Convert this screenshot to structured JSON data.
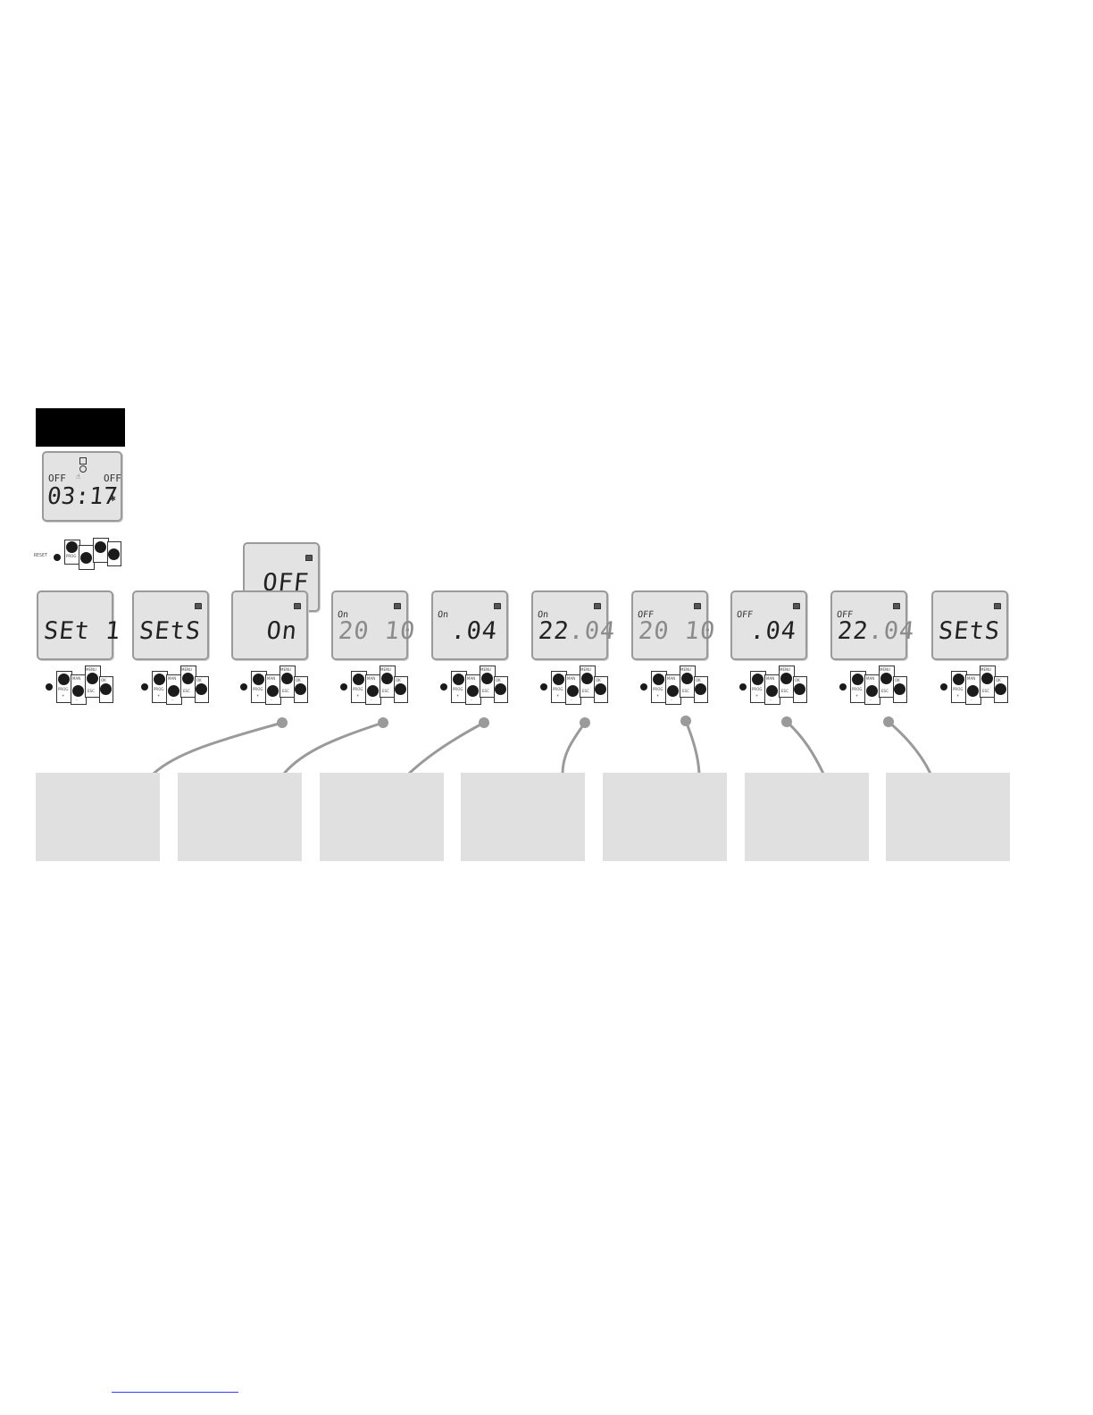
{
  "clock_display": {
    "left_status": "OFF",
    "right_status": "OFF",
    "time": "03:17",
    "star_symbol": "✱"
  },
  "reset_label": "RESET",
  "keypad_labels": {
    "prog": "PROG",
    "plus": "+",
    "man": "MAN",
    "minus": "–",
    "menu": "MENU",
    "esc": "ESC",
    "ok": "OK"
  },
  "sequence": [
    {
      "small": "",
      "main": "SEt 1"
    },
    {
      "small": "",
      "main": "SEtS"
    },
    {
      "small": "",
      "main": "On"
    },
    {
      "small": "On",
      "main": "20 10"
    },
    {
      "small": "On",
      "main": ".04"
    },
    {
      "small": "On",
      "main_a": "22",
      "main_b": ".04"
    },
    {
      "small": "OFF",
      "main": "20 10"
    },
    {
      "small": "OFF",
      "main": ".04"
    },
    {
      "small": "OFF",
      "main_a": "22",
      "main_b": ".04"
    },
    {
      "small": "",
      "main": "SEtS"
    }
  ],
  "alternate_display": {
    "main": "OFF"
  },
  "note_boxes": [
    "",
    "",
    "",
    "",
    "",
    "",
    ""
  ],
  "colors": {
    "lcd_background": "#e3e3e3",
    "connector": "#9a9a9a",
    "note_box": "#e0e0e0"
  }
}
